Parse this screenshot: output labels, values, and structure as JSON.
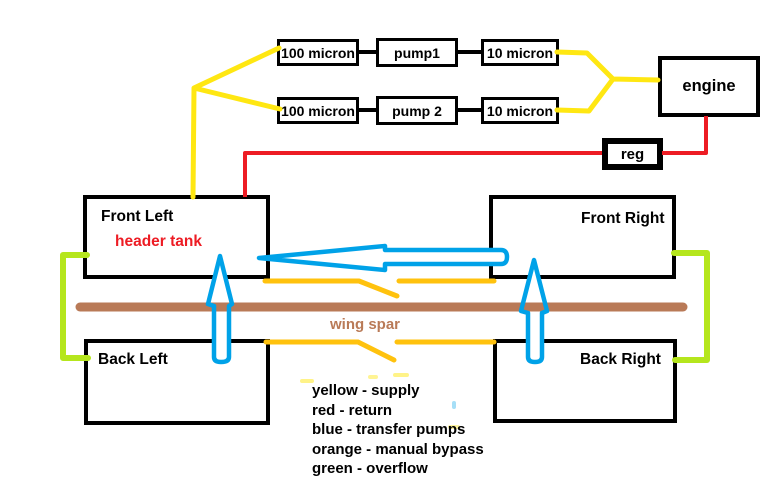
{
  "boxes": {
    "filter_100_1": "100 micron",
    "pump_1": "pump1",
    "filter_10_1": "10 micron",
    "filter_100_2": "100 micron",
    "pump_2": "pump 2",
    "filter_10_2": "10 micron",
    "engine": "engine",
    "reg": "reg"
  },
  "tanks": {
    "front_left": {
      "label": "Front Left",
      "sublabel": "header tank"
    },
    "front_right": {
      "label": "Front Right"
    },
    "back_left": {
      "label": "Back Left"
    },
    "back_right": {
      "label": "Back Right"
    }
  },
  "wing_spar_label": "wing spar",
  "legend": {
    "lines": [
      "yellow - supply",
      "red - return",
      "blue - transfer pumps",
      "orange - manual bypass",
      "green - overflow"
    ]
  },
  "colors": {
    "supply": "#ffe712",
    "return": "#ed1c24",
    "transfer": "#00a2e8",
    "bypass": "#ffc20e",
    "overflow": "#b5e61d",
    "spar": "#b97a57",
    "header_tank_text": "#ed1c24"
  }
}
